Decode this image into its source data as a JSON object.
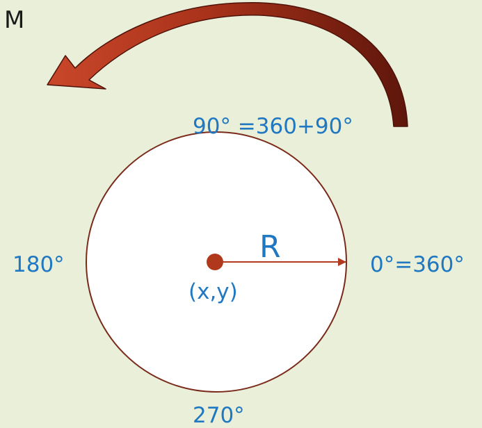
{
  "diagram": {
    "moment_label": "M",
    "radius_label": "R",
    "center_label": "(x,y)",
    "angles": {
      "top": "90° =360+90°",
      "right": "0°=360°",
      "left": "180°",
      "bottom": "270°"
    }
  },
  "colors": {
    "background": "#e9efd8",
    "circle_fill": "#ffffff",
    "circle_stroke": "#7a2a1a",
    "label_blue": "#1f78c1",
    "arrow_red": "#b23a1e",
    "arrow_dark": "#6b1b0e",
    "dot": "#b0391c"
  }
}
